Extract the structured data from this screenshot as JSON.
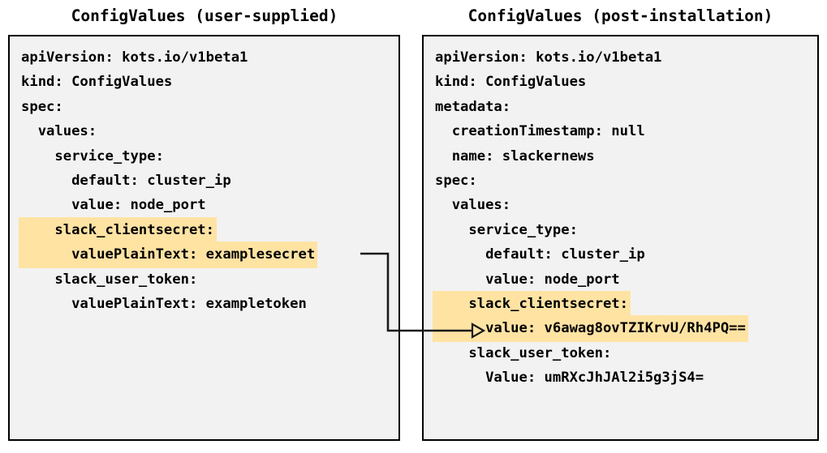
{
  "panels": [
    {
      "title": "ConfigValues (user-supplied)",
      "lines": [
        {
          "text": "apiVersion: kots.io/v1beta1",
          "highlight": false
        },
        {
          "text": "kind: ConfigValues",
          "highlight": false
        },
        {
          "text": "spec:",
          "highlight": false
        },
        {
          "text": "  values:",
          "highlight": false
        },
        {
          "text": "    service_type:",
          "highlight": false
        },
        {
          "text": "      default: cluster_ip",
          "highlight": false
        },
        {
          "text": "      value: node_port",
          "highlight": false
        },
        {
          "text": "    slack_clientsecret:",
          "highlight": true
        },
        {
          "text": "      valuePlainText: examplesecret",
          "highlight": true
        },
        {
          "text": "    slack_user_token:",
          "highlight": false
        },
        {
          "text": "      valuePlainText: exampletoken",
          "highlight": false
        }
      ]
    },
    {
      "title": "ConfigValues (post-installation)",
      "lines": [
        {
          "text": "apiVersion: kots.io/v1beta1",
          "highlight": false
        },
        {
          "text": "kind: ConfigValues",
          "highlight": false
        },
        {
          "text": "metadata:",
          "highlight": false
        },
        {
          "text": "  creationTimestamp: null",
          "highlight": false
        },
        {
          "text": "  name: slackernews",
          "highlight": false
        },
        {
          "text": "spec:",
          "highlight": false
        },
        {
          "text": "  values:",
          "highlight": false
        },
        {
          "text": "    service_type:",
          "highlight": false
        },
        {
          "text": "      default: cluster_ip",
          "highlight": false
        },
        {
          "text": "      value: node_port",
          "highlight": false
        },
        {
          "text": "    slack_clientsecret:",
          "highlight": true
        },
        {
          "text": "      value: v6awag8ovTZIKrvU/Rh4PQ==",
          "highlight": true
        },
        {
          "text": "    slack_user_token:",
          "highlight": false
        },
        {
          "text": "      Value: umRXcJhJAl2i5g3jS4=",
          "highlight": false
        }
      ]
    }
  ],
  "connector": {
    "label": "encrypted-value-mapping-arrow",
    "color": "#1a1a1a"
  },
  "colors": {
    "box_background": "#f2f2f2",
    "box_border": "#000000",
    "highlight": "#ffe3a3",
    "text": "#000000",
    "page_background": "#ffffff"
  }
}
